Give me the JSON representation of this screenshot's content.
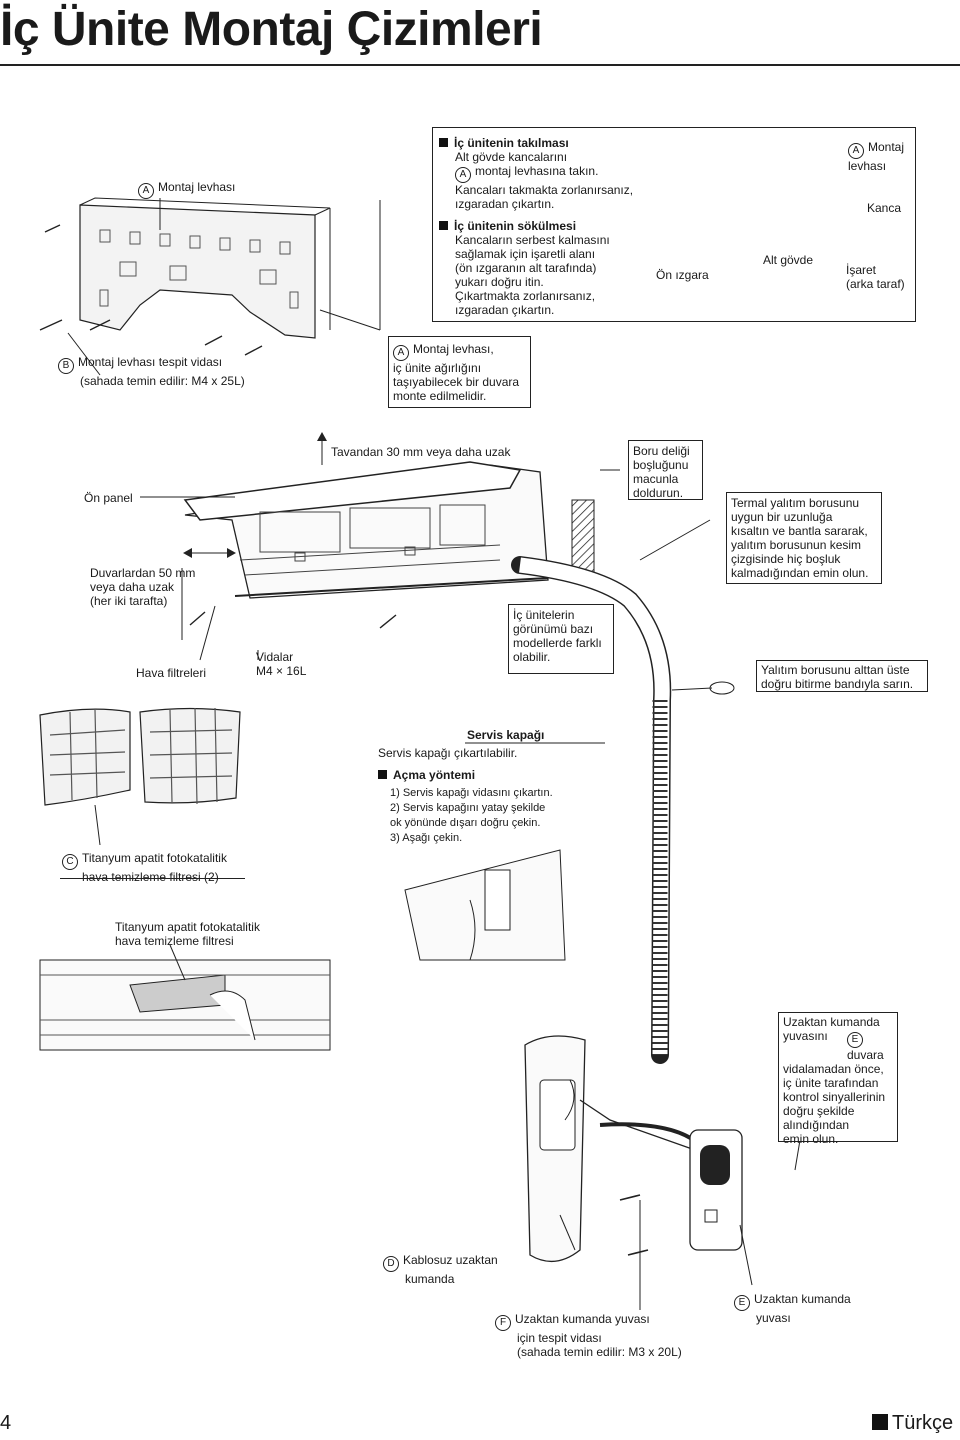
{
  "title": "İç Ünite Montaj Çizimleri",
  "page_number": "4",
  "language": "Türkçe",
  "section1": {
    "plate_label": "Montaj levhası",
    "plate_marker": "A",
    "screw_marker": "B",
    "screw_label": "Montaj levhası tespit vidası\n(sahada temin edilir: M4 x 25L)",
    "note_marker": "A",
    "note_text": "Montaj levhası,\niç ünite ağırlığını\ntaşıyabilecek bir duvara\nmonte edilmelidir.",
    "install_heading": "İç ünitenin takılması",
    "install_line1": "Alt gövde kancalarını",
    "install_line2_marker": "A",
    "install_line2": "montaj levhasına takın.",
    "install_line3": "Kancaları takmakta zorlanırsanız,\nızgaradan çıkartın.",
    "remove_heading": "İç ünitenin sökülmesi",
    "remove_text": "Kancaların serbest kalmasını\nsağlamak için işaretli alanı\n(ön ızgaranın alt tarafında)\nyukarı doğru itin.\nÇıkartmakta zorlanırsanız,\nızgaradan çıkartın.",
    "detail_plate_marker": "A",
    "detail_plate": "Montaj\nlevhası",
    "detail_hook": "Kanca",
    "detail_front_grille": "Ön ızgara",
    "detail_lower_body": "Alt gövde",
    "detail_mark": "İşaret\n(arka taraf)"
  },
  "section2": {
    "front_panel": "Ön panel",
    "ceiling_gap": "Tavandan 30 mm veya daha uzak",
    "wall_gap": "Duvarlardan 50 mm\nveya daha uzak\n(her iki tarafta)",
    "air_filters": "Hava filtreleri",
    "screws": "Vidalar\nM4 × 16L",
    "models_note": "İç ünitelerin\ngörünümü bazı\nmodellerde farklı\nolabilir.",
    "pipe_hole": "Boru deliği\nboşluğunu\nmacunla\ndoldurun.",
    "insulation_note": "Termal yalıtım borusunu\nuygun bir uzunluğa\nkısaltın ve bantla sararak,\nyalıtım borusunun kesim\nçizgisinde hiç boşluk\nkalmadığından emin olun.",
    "wrap_note": "Yalıtım borusunu alttan üste\ndoğru bitirme bandıyla sarın."
  },
  "section3": {
    "filter_marker": "C",
    "filter_label": "Titanyum apatit fotokatalitik\nhava temizleme filtresi (2)",
    "filter_label2": "Titanyum apatit fotokatalitik\nhava temizleme filtresi",
    "service_title": "Servis kapağı",
    "service_sub": "Servis kapağı çıkartılabilir.",
    "open_heading": "Açma yöntemi",
    "open_steps": "1) Servis kapağı vidasını çıkartın.\n2) Servis kapağını yatay şekilde\n    ok yönünde dışarı doğru çekin.\n3) Aşağı çekin."
  },
  "section4": {
    "remote_note": "Uzaktan kumanda\nyuvasını",
    "remote_note_marker": "E",
    "remote_note_end": "duvara",
    "remote_note_rest": "vidalamadan önce,\niç ünite tarafından\nkontrol sinyallerinin\ndoğru şekilde\nalındığından\nemin olun.",
    "remote_marker": "D",
    "remote_label": "Kablosuz uzaktan\nkumanda",
    "holder_screw_marker": "F",
    "holder_screw_label": "Uzaktan kumanda yuvası\niçin tespit vidası\n(sahada temin edilir: M3 x 20L)",
    "holder_marker": "E",
    "holder_label": "Uzaktan kumanda\nyuvası"
  }
}
